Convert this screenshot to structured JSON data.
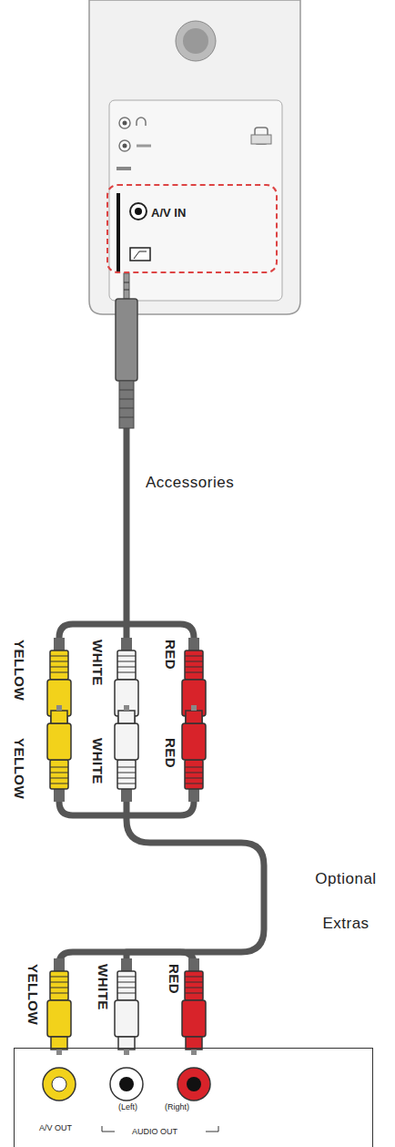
{
  "diagram": {
    "nodes": [
      {
        "text": [
          "A/V IN"
        ]
      },
      {
        "text": [
          "A/V OUT",
          "(Left)",
          "(Right)",
          "AUDIO OUT"
        ]
      }
    ],
    "edges": [
      {
        "from": 0,
        "to": 1,
        "arrow": "none"
      }
    ],
    "labels": [
      "YELLOW",
      "WHITE",
      "RED",
      "YELLOW",
      "WHITE",
      "RED",
      "Accessories",
      "Optional Extras",
      "YELLOW",
      "WHITE",
      "RED"
    ]
  }
}
